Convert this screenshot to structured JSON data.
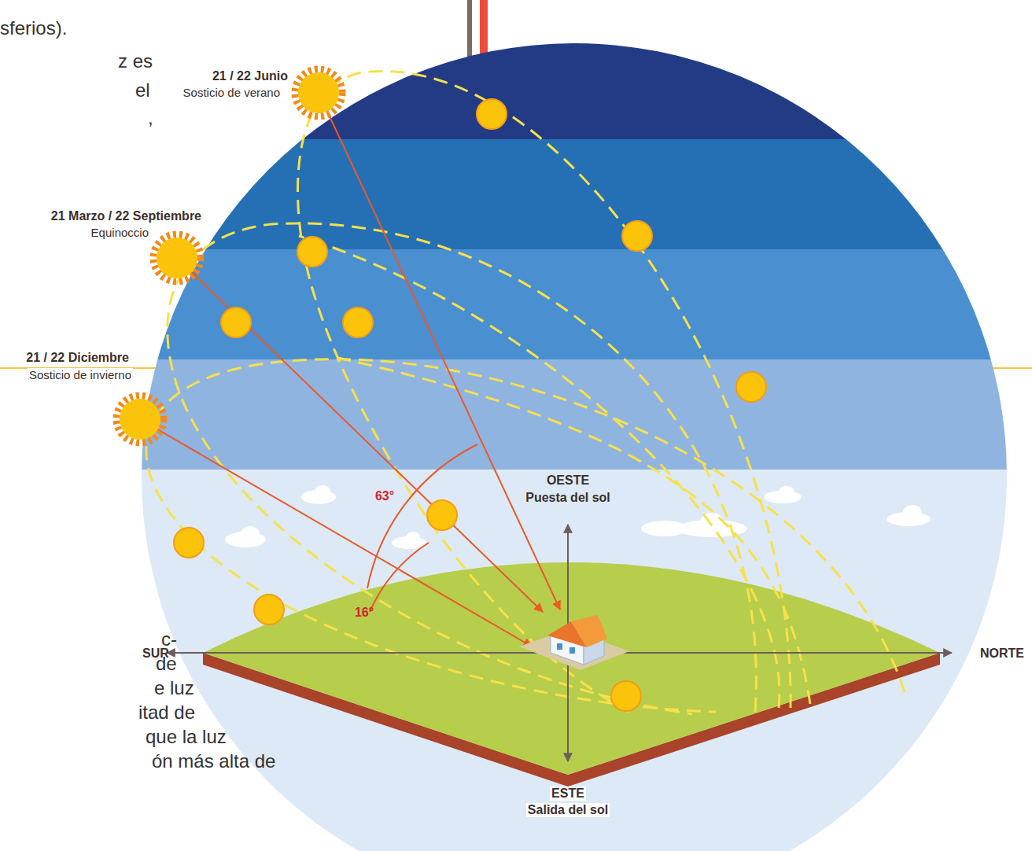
{
  "diagram": {
    "labels": [
      "sferios).",
      "z es",
      "el",
      ",",
      "c-",
      "de",
      "e luz",
      "itad de",
      "que la luz",
      "ón más alta de",
      "21 / 22 Junio",
      "Sosticio de verano",
      "21 Marzo / 22 Septiembre",
      "Equinoccio",
      "21 / 22 Diciembre",
      "Sosticio de invierno",
      "63°",
      "16°",
      "OESTE",
      "Puesta del sol",
      "SUR",
      "NORTE",
      "ESTE",
      "Salida del sol"
    ]
  }
}
